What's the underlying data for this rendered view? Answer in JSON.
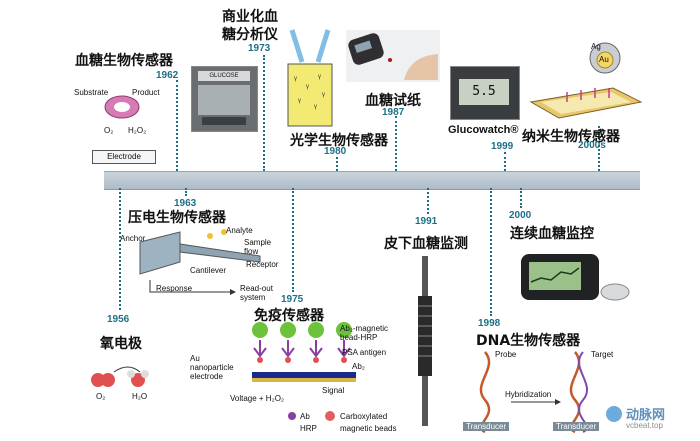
{
  "colors": {
    "accent": "#1d6f86",
    "timeline": "#b8c4cf"
  },
  "events": {
    "e1962": {
      "title": "血糖生物传感器",
      "year": "1962"
    },
    "e1963": {
      "title": "压电生物传感器",
      "year": "1963"
    },
    "e1956": {
      "title": "氧电极",
      "year": "1956"
    },
    "e1973": {
      "title_line1": "商业化血",
      "title_line2": "糖分析仪",
      "year": "1973"
    },
    "e1975": {
      "title": "免疫传感器",
      "year": "1975"
    },
    "e1980": {
      "title": "光学生物传感器",
      "year": "1980"
    },
    "e1987": {
      "title": "血糖试纸",
      "year": "1987"
    },
    "e1991": {
      "title": "皮下血糖监测",
      "year": "1991"
    },
    "e1998": {
      "title": "DNA生物传感器",
      "year": "1998"
    },
    "e1999": {
      "label": "Glucowatch®",
      "year": "1999"
    },
    "e2000s": {
      "title": "纳米生物传感器",
      "year": "2000s"
    },
    "e2000": {
      "title": "连续血糖监控",
      "year": "2000"
    }
  },
  "labels": {
    "substrate": "Substrate",
    "product": "Product",
    "o2": "O₂",
    "h2o2": "H₂O₂",
    "electrode": "Electrode",
    "anchor": "Anchor",
    "analyte": "Analyte",
    "sample_flow_1": "Sample",
    "sample_flow_2": "flow",
    "receptor": "Receptor",
    "cantilever": "Cantilever",
    "response": "Response",
    "readout_1": "Read-out",
    "readout_2": "system",
    "o2_bottom": "O₂",
    "h2o_bottom": "H₂O",
    "ab2_hrp_1": "Ab₂-magnetic",
    "ab2_hrp_2": "bead-HRP",
    "psa_antigen": "PSA antigen",
    "ab2": "Ab₂",
    "au_1": "Au",
    "au_2": "nanoparticle",
    "au_3": "electrode",
    "signal": "Signal",
    "voltage": "Voltage + H₂O₂",
    "legend_ab": "Ab",
    "legend_hrp": "HRP",
    "legend_beads_1": "Carboxylated",
    "legend_beads_2": "magnetic beads",
    "probe": "Probe",
    "target": "Target",
    "hybridization": "Hybridization",
    "transducer_1": "Transducer",
    "transducer_2": "Transducer",
    "ag": "Ag",
    "au_np": "Au",
    "glucose_label": "GLUCOSE",
    "watch_display": "5.5"
  },
  "watermark": {
    "name": "动脉网",
    "site": "vcbeat.top"
  }
}
